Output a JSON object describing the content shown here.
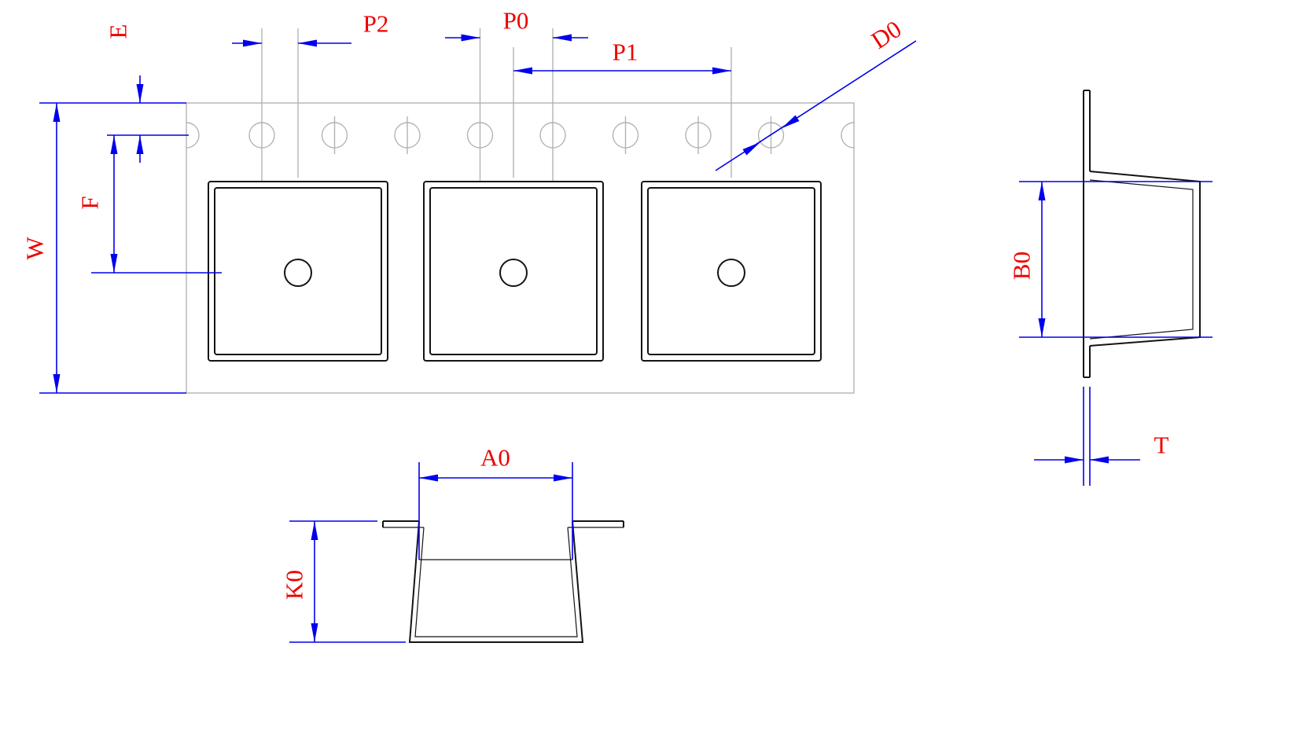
{
  "drawing": {
    "labels": {
      "E": "E",
      "F": "F",
      "W": "W",
      "P2": "P2",
      "P0": "P0",
      "P1": "P1",
      "D0": "D0",
      "B0": "B0",
      "T": "T",
      "A0": "A0",
      "K0": "K0"
    },
    "colors": {
      "label_red": "#ee0000",
      "dimension_blue": "#0000ed",
      "part_outline_black": "#141414",
      "tape_outline_gray": "#b3b3b3",
      "background": "#ffffff"
    }
  }
}
